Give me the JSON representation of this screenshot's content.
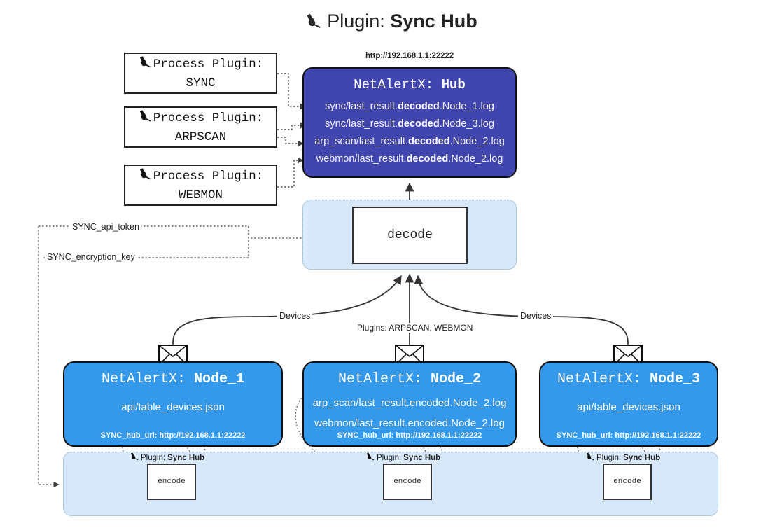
{
  "title": {
    "icon": "plug-icon",
    "prefix": "Plugin:",
    "name": "Sync Hub"
  },
  "colors": {
    "hub_fill": "#4046ad",
    "node_fill": "#3498eb",
    "cluster_fill": "#d6e8f9",
    "cluster_border": "#7fa8cc",
    "box_border": "#111111",
    "text_dark": "#222222"
  },
  "process_plugins": [
    {
      "icon": "plug-icon",
      "line1": "Process Plugin:",
      "line2": "SYNC"
    },
    {
      "icon": "plug-icon",
      "line1": "Process Plugin:",
      "line2": "ARPSCAN"
    },
    {
      "icon": "plug-icon",
      "line1": "Process Plugin:",
      "line2": "WEBMON"
    }
  ],
  "hub": {
    "url": "http://192.168.1.1:22222",
    "title_prefix": "NetAlertX:",
    "title_name": "Hub",
    "logs": [
      {
        "pre": "sync/last_result.",
        "em": "decoded",
        "post": ".Node_1.log"
      },
      {
        "pre": "sync/last_result.",
        "em": "decoded",
        "post": ".Node_3.log"
      },
      {
        "pre": "arp_scan/last_result.",
        "em": "decoded",
        "post": ".Node_2.log"
      },
      {
        "pre": "webmon/last_result.",
        "em": "decoded",
        "post": ".Node_2.log"
      }
    ]
  },
  "decode": {
    "label": "decode"
  },
  "settings": {
    "api_token": "SYNC_api_token",
    "encryption_key": "SYNC_encryption_key"
  },
  "edge_labels": {
    "devices_left": "Devices",
    "devices_right": "Devices",
    "plugins_center": "Plugins: ARPSCAN, WEBMON"
  },
  "nodes": [
    {
      "title_prefix": "NetAlertX:",
      "title_name": "Node_1",
      "lines": [
        "api/table_devices.json"
      ],
      "footer": "SYNC_hub_url: http://192.168.1.1:22222",
      "icon": "envelope-icon"
    },
    {
      "title_prefix": "NetAlertX:",
      "title_name": "Node_2",
      "lines": [
        "arp_scan/last_result.encoded.Node_2.log",
        "webmon/last_result.encoded.Node_2.log"
      ],
      "footer": "SYNC_hub_url: http://192.168.1.1:22222",
      "icon": "envelope-icon"
    },
    {
      "title_prefix": "NetAlertX:",
      "title_name": "Node_3",
      "lines": [
        "api/table_devices.json"
      ],
      "footer": "SYNC_hub_url: http://192.168.1.1:22222",
      "icon": "envelope-icon"
    }
  ],
  "encoders": [
    {
      "plugin_prefix": "Plugin:",
      "plugin_name": "Sync Hub",
      "label": "encode",
      "icon": "plug-icon"
    },
    {
      "plugin_prefix": "Plugin:",
      "plugin_name": "Sync Hub",
      "label": "encode",
      "icon": "plug-icon"
    },
    {
      "plugin_prefix": "Plugin:",
      "plugin_name": "Sync Hub",
      "label": "encode",
      "icon": "plug-icon"
    }
  ]
}
